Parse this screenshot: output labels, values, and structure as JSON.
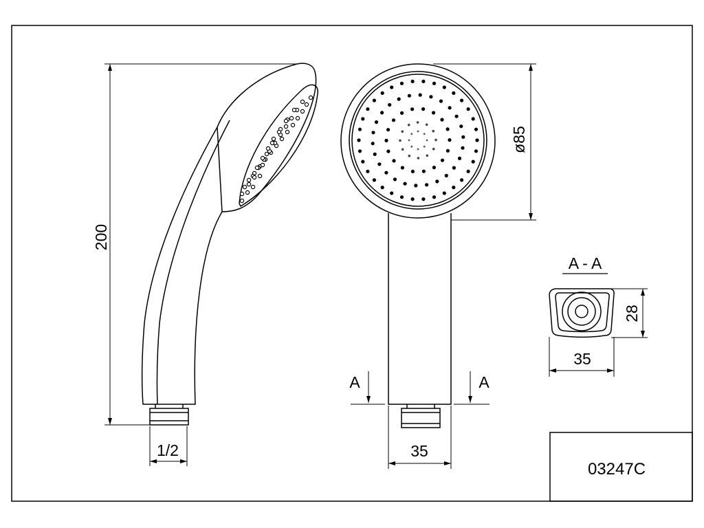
{
  "drawing": {
    "part_number": "03247C",
    "section_title": "A - A",
    "section_marker_left": "A",
    "section_marker_right": "A",
    "dimensions": {
      "overall_length": "200",
      "thread": "1/2",
      "handle_width_front": "35",
      "head_diameter": "ø85",
      "section_height": "28",
      "section_width": "35"
    }
  }
}
